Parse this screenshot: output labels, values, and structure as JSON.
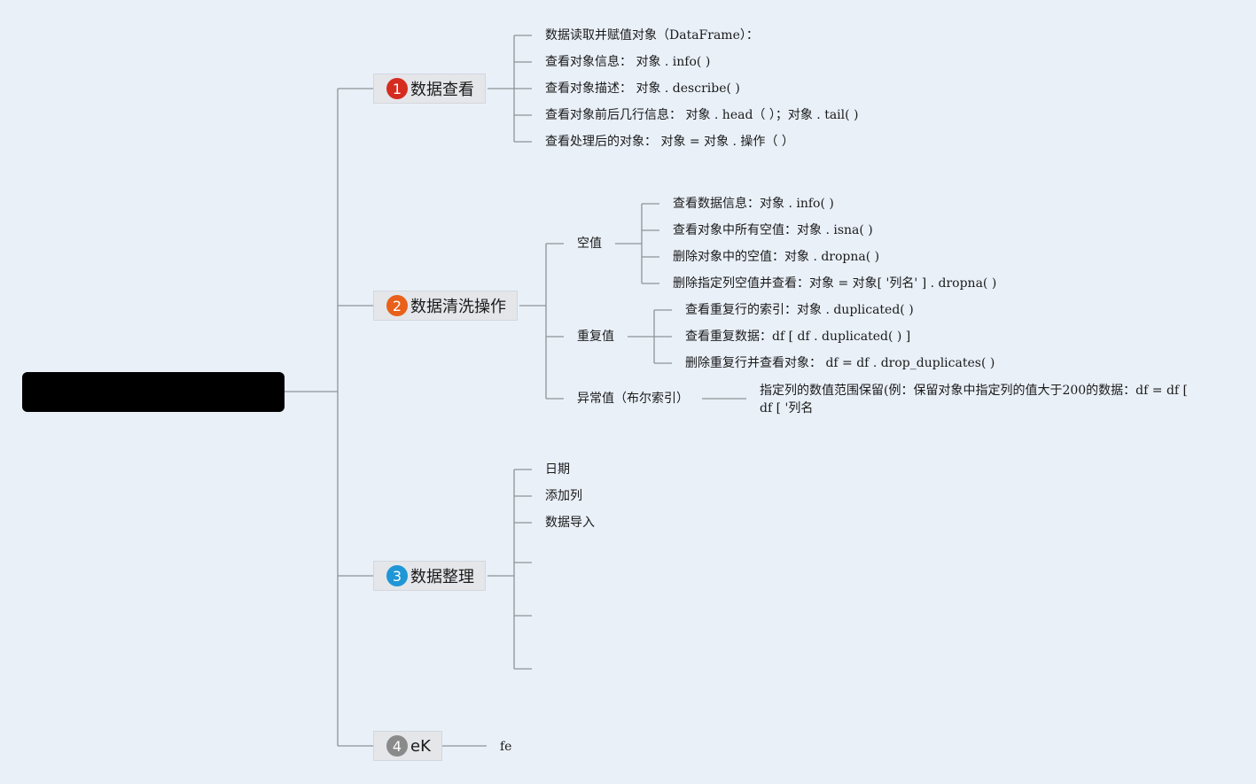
{
  "branches": [
    {
      "number": "1",
      "title": "数据查看",
      "color": "#d62b1f",
      "items": [
        "数据读取并赋值对象（DataFrame）：",
        "查看对象信息： 对象 . info( )",
        "查看对象描述： 对象 . describe( )",
        "查看对象前后几行信息： 对象 . head（ ）；对象 . tail( )",
        "查看处理后的对象： 对象 = 对象 . 操作（ ）"
      ]
    },
    {
      "number": "2",
      "title": "数据清洗操作",
      "color": "#e8601a",
      "groups": [
        {
          "label": "空值",
          "items": [
            "查看数据信息：对象 . info( )",
            "查看对象中所有空值：对象 . isna( )",
            "删除对象中的空值：对象 . dropna( )",
            "删除指定列空值并查看：对象 = 对象[ '列名' ] . dropna( )"
          ]
        },
        {
          "label": "重复值",
          "items": [
            "查看重复行的索引：对象 . duplicated( )",
            "查看重复数据：df [ df . duplicated( ) ]",
            "删除重复行并查看对象： df = df . drop_duplicates( )"
          ]
        },
        {
          "label": "异常值（布尔索引）",
          "items": [
            "指定列的数值范围保留(例：保留对象中指定列的值大于200的数据：df = df [ df [ '列名"
          ]
        }
      ]
    },
    {
      "number": "3",
      "title": "数据整理",
      "color": "#1f96d6",
      "items": [
        "日期",
        "添加列",
        "数据导入"
      ]
    },
    {
      "number": "4",
      "title": "eK",
      "color": "#8a8a8a",
      "items": [
        "fe"
      ]
    }
  ],
  "colors": {
    "background": "#e9f0f8",
    "connector": "#8f9396",
    "root": "#000000"
  }
}
